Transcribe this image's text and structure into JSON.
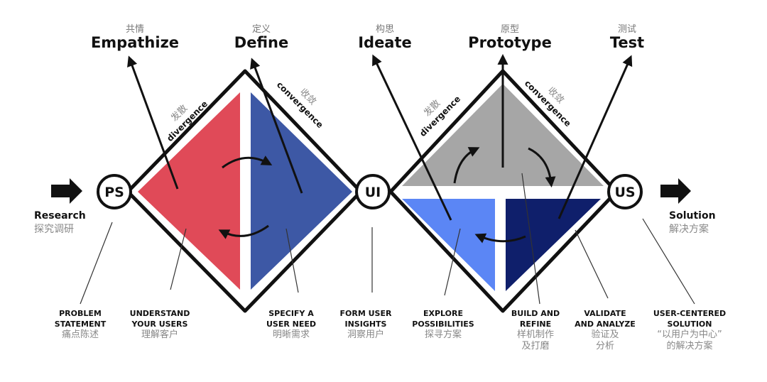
{
  "stages": [
    {
      "zh": "共情",
      "en": "Empathize"
    },
    {
      "zh": "定义",
      "en": "Define"
    },
    {
      "zh": "构思",
      "en": "Ideate"
    },
    {
      "zh": "原型",
      "en": "Prototype"
    },
    {
      "zh": "测试",
      "en": "Test"
    }
  ],
  "nodes": {
    "ps": "PS",
    "ui": "UI",
    "us": "US"
  },
  "left_entry": {
    "en": "Research",
    "zh": "探究调研"
  },
  "right_exit": {
    "en": "Solution",
    "zh": "解决方案"
  },
  "diamond_labels": {
    "left_divergence_zh": "发散",
    "left_divergence_en": "divergence",
    "left_convergence_zh": "收敛",
    "left_convergence_en": "convergence",
    "right_divergence_zh": "发散",
    "right_divergence_en": "divergence",
    "right_convergence_zh": "收敛",
    "right_convergence_en": "convergence"
  },
  "bottom_labels": [
    {
      "en": "PROBLEM\nSTATEMENT",
      "zh": "痛点陈述"
    },
    {
      "en": "UNDERSTAND\nYOUR USERS",
      "zh": "理解客户"
    },
    {
      "en": "SPECIFY A\nUSER NEED",
      "zh": "明晰需求"
    },
    {
      "en": "FORM USER\nINSIGHTS",
      "zh": "洞察用户"
    },
    {
      "en": "EXPLORE\nPOSSIBILITIES",
      "zh": "探寻方案"
    },
    {
      "en": "BUILD AND\nREFINE",
      "zh": "样机制作\n及打磨"
    },
    {
      "en": "VALIDATE\nAND ANALYZE",
      "zh": "验证及\n分析"
    },
    {
      "en": "USER-CENTERED\nSOLUTION",
      "zh": "“以用户为中心”\n的解决方案"
    }
  ],
  "colors": {
    "red": "#e04a58",
    "blue": "#3d58a5",
    "grey": "#a6a6a6",
    "light_blue": "#5b86f5",
    "navy": "#0f1f6b",
    "outline": "#111111"
  }
}
